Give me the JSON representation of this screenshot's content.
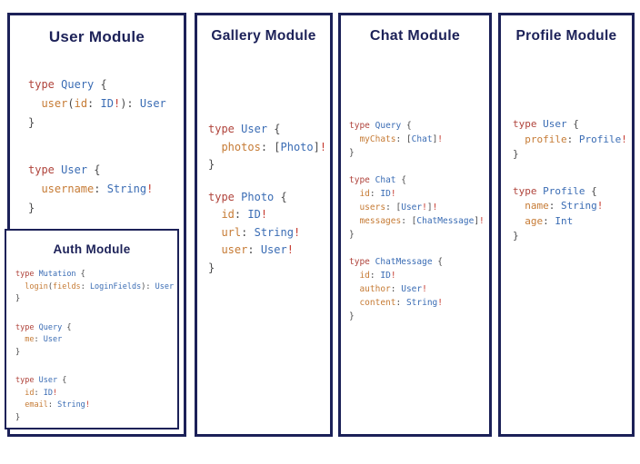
{
  "colors": {
    "border_navy": "#1c2158",
    "keyword_red": "#b0443c",
    "type_blue": "#3a6cb4",
    "field_orange": "#c67b35",
    "bang_red": "#c53a2f",
    "punctuation_gray": "#4a4a4b"
  },
  "panels": [
    {
      "id": "user-module",
      "title": "User Module",
      "blocks": [
        [
          [
            [
              "kw",
              "type"
            ],
            [
              "pl",
              " "
            ],
            [
              "ty",
              "Query"
            ],
            [
              "pl",
              " {"
            ]
          ],
          [
            [
              "pl",
              "  "
            ],
            [
              "fi",
              "user"
            ],
            [
              "pl",
              "("
            ],
            [
              "fi",
              "id"
            ],
            [
              "pl",
              ": "
            ],
            [
              "ty",
              "ID"
            ],
            [
              "bg",
              "!"
            ],
            [
              "pl",
              "): "
            ],
            [
              "ty",
              "User"
            ]
          ],
          [
            [
              "pl",
              "}"
            ]
          ]
        ],
        [
          [
            [
              "kw",
              "type"
            ],
            [
              "pl",
              " "
            ],
            [
              "ty",
              "User"
            ],
            [
              "pl",
              " {"
            ]
          ],
          [
            [
              "pl",
              "  "
            ],
            [
              "fi",
              "username"
            ],
            [
              "pl",
              ": "
            ],
            [
              "ty",
              "String"
            ],
            [
              "bg",
              "!"
            ]
          ],
          [
            [
              "pl",
              "}"
            ]
          ]
        ]
      ]
    },
    {
      "id": "gallery-module",
      "title": "Gallery Module",
      "blocks": [
        [
          [
            [
              "kw",
              "type"
            ],
            [
              "pl",
              " "
            ],
            [
              "ty",
              "User"
            ],
            [
              "pl",
              " {"
            ]
          ],
          [
            [
              "pl",
              "  "
            ],
            [
              "fi",
              "photos"
            ],
            [
              "pl",
              ": ["
            ],
            [
              "ty",
              "Photo"
            ],
            [
              "pl",
              "]"
            ],
            [
              "bg",
              "!"
            ]
          ],
          [
            [
              "pl",
              "}"
            ]
          ]
        ],
        [
          [
            [
              "kw",
              "type"
            ],
            [
              "pl",
              " "
            ],
            [
              "ty",
              "Photo"
            ],
            [
              "pl",
              " {"
            ]
          ],
          [
            [
              "pl",
              "  "
            ],
            [
              "fi",
              "id"
            ],
            [
              "pl",
              ": "
            ],
            [
              "ty",
              "ID"
            ],
            [
              "bg",
              "!"
            ]
          ],
          [
            [
              "pl",
              "  "
            ],
            [
              "fi",
              "url"
            ],
            [
              "pl",
              ": "
            ],
            [
              "ty",
              "String"
            ],
            [
              "bg",
              "!"
            ]
          ],
          [
            [
              "pl",
              "  "
            ],
            [
              "fi",
              "user"
            ],
            [
              "pl",
              ": "
            ],
            [
              "ty",
              "User"
            ],
            [
              "bg",
              "!"
            ]
          ],
          [
            [
              "pl",
              "}"
            ]
          ]
        ]
      ]
    },
    {
      "id": "chat-module",
      "title": "Chat Module",
      "blocks": [
        [
          [
            [
              "kw",
              "type"
            ],
            [
              "pl",
              " "
            ],
            [
              "ty",
              "Query"
            ],
            [
              "pl",
              " {"
            ]
          ],
          [
            [
              "pl",
              "  "
            ],
            [
              "fi",
              "myChats"
            ],
            [
              "pl",
              ": ["
            ],
            [
              "ty",
              "Chat"
            ],
            [
              "pl",
              "]"
            ],
            [
              "bg",
              "!"
            ]
          ],
          [
            [
              "pl",
              "}"
            ]
          ]
        ],
        [
          [
            [
              "kw",
              "type"
            ],
            [
              "pl",
              " "
            ],
            [
              "ty",
              "Chat"
            ],
            [
              "pl",
              " {"
            ]
          ],
          [
            [
              "pl",
              "  "
            ],
            [
              "fi",
              "id"
            ],
            [
              "pl",
              ": "
            ],
            [
              "ty",
              "ID"
            ],
            [
              "bg",
              "!"
            ]
          ],
          [
            [
              "pl",
              "  "
            ],
            [
              "fi",
              "users"
            ],
            [
              "pl",
              ": ["
            ],
            [
              "ty",
              "User"
            ],
            [
              "bg",
              "!"
            ],
            [
              "pl",
              "]"
            ],
            [
              "bg",
              "!"
            ]
          ],
          [
            [
              "pl",
              "  "
            ],
            [
              "fi",
              "messages"
            ],
            [
              "pl",
              ": ["
            ],
            [
              "ty",
              "ChatMessage"
            ],
            [
              "pl",
              "]"
            ],
            [
              "bg",
              "!"
            ]
          ],
          [
            [
              "pl",
              "}"
            ]
          ]
        ],
        [
          [
            [
              "kw",
              "type"
            ],
            [
              "pl",
              " "
            ],
            [
              "ty",
              "ChatMessage"
            ],
            [
              "pl",
              " {"
            ]
          ],
          [
            [
              "pl",
              "  "
            ],
            [
              "fi",
              "id"
            ],
            [
              "pl",
              ": "
            ],
            [
              "ty",
              "ID"
            ],
            [
              "bg",
              "!"
            ]
          ],
          [
            [
              "pl",
              "  "
            ],
            [
              "fi",
              "author"
            ],
            [
              "pl",
              ": "
            ],
            [
              "ty",
              "User"
            ],
            [
              "bg",
              "!"
            ]
          ],
          [
            [
              "pl",
              "  "
            ],
            [
              "fi",
              "content"
            ],
            [
              "pl",
              ": "
            ],
            [
              "ty",
              "String"
            ],
            [
              "bg",
              "!"
            ]
          ],
          [
            [
              "pl",
              "}"
            ]
          ]
        ]
      ]
    },
    {
      "id": "profile-module",
      "title": "Profile Module",
      "blocks": [
        [
          [
            [
              "kw",
              "type"
            ],
            [
              "pl",
              " "
            ],
            [
              "ty",
              "User"
            ],
            [
              "pl",
              " {"
            ]
          ],
          [
            [
              "pl",
              "  "
            ],
            [
              "fi",
              "profile"
            ],
            [
              "pl",
              ": "
            ],
            [
              "ty",
              "Profile"
            ],
            [
              "bg",
              "!"
            ]
          ],
          [
            [
              "pl",
              "}"
            ]
          ]
        ],
        [
          [
            [
              "kw",
              "type"
            ],
            [
              "pl",
              " "
            ],
            [
              "ty",
              "Profile"
            ],
            [
              "pl",
              " {"
            ]
          ],
          [
            [
              "pl",
              "  "
            ],
            [
              "fi",
              "name"
            ],
            [
              "pl",
              ": "
            ],
            [
              "ty",
              "String"
            ],
            [
              "bg",
              "!"
            ]
          ],
          [
            [
              "pl",
              "  "
            ],
            [
              "fi",
              "age"
            ],
            [
              "pl",
              ": "
            ],
            [
              "ty",
              "Int"
            ]
          ],
          [
            [
              "pl",
              "}"
            ]
          ]
        ]
      ]
    }
  ],
  "auth_panel": {
    "id": "auth-module",
    "title": "Auth Module",
    "blocks": [
      [
        [
          [
            "kw",
            "type"
          ],
          [
            "pl",
            " "
          ],
          [
            "ty",
            "Mutation"
          ],
          [
            "pl",
            " {"
          ]
        ],
        [
          [
            "pl",
            "  "
          ],
          [
            "fi",
            "login"
          ],
          [
            "pl",
            "("
          ],
          [
            "fi",
            "fields"
          ],
          [
            "pl",
            ": "
          ],
          [
            "ty",
            "LoginFields"
          ],
          [
            "pl",
            "): "
          ],
          [
            "ty",
            "User"
          ]
        ],
        [
          [
            "pl",
            "}"
          ]
        ]
      ],
      [
        [
          [
            "kw",
            "type"
          ],
          [
            "pl",
            " "
          ],
          [
            "ty",
            "Query"
          ],
          [
            "pl",
            " {"
          ]
        ],
        [
          [
            "pl",
            "  "
          ],
          [
            "fi",
            "me"
          ],
          [
            "pl",
            ": "
          ],
          [
            "ty",
            "User"
          ]
        ],
        [
          [
            "pl",
            "}"
          ]
        ]
      ],
      [
        [
          [
            "kw",
            "type"
          ],
          [
            "pl",
            " "
          ],
          [
            "ty",
            "User"
          ],
          [
            "pl",
            " {"
          ]
        ],
        [
          [
            "pl",
            "  "
          ],
          [
            "fi",
            "id"
          ],
          [
            "pl",
            ": "
          ],
          [
            "ty",
            "ID"
          ],
          [
            "bg",
            "!"
          ]
        ],
        [
          [
            "pl",
            "  "
          ],
          [
            "fi",
            "email"
          ],
          [
            "pl",
            ": "
          ],
          [
            "ty",
            "String"
          ],
          [
            "bg",
            "!"
          ]
        ],
        [
          [
            "pl",
            "}"
          ]
        ]
      ]
    ]
  }
}
